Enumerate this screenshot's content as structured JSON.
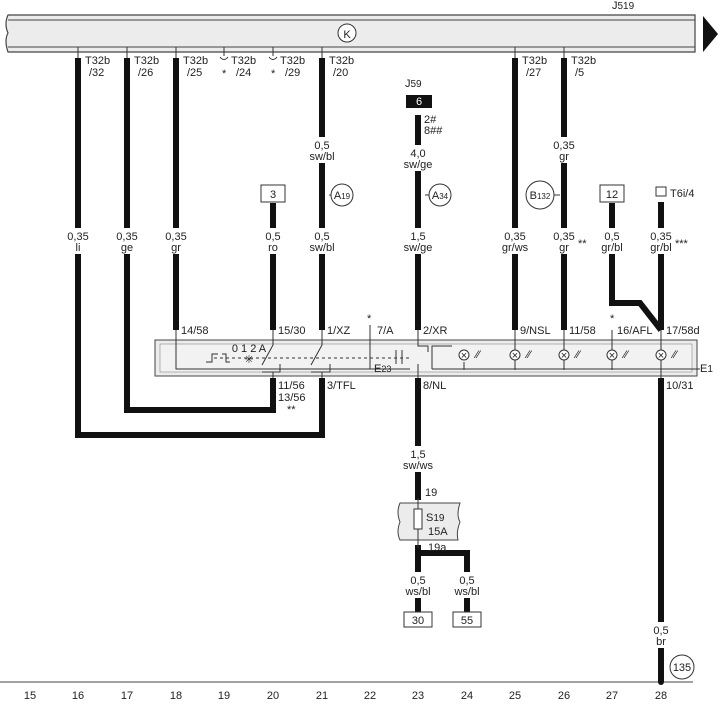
{
  "bus": {
    "name": "J",
    "name_sub": "519",
    "symbol": "K"
  },
  "terminals": [
    {
      "a": "T32b",
      "b": "/32"
    },
    {
      "a": "T32b",
      "b": "/26"
    },
    {
      "a": "T32b",
      "b": "/25"
    },
    {
      "a": "T32b",
      "b": "/24",
      "note": "*"
    },
    {
      "a": "T32b",
      "b": "/29",
      "note": "*"
    },
    {
      "a": "T32b",
      "b": "/20"
    },
    {
      "a": "T32b",
      "b": "/27"
    },
    {
      "a": "T32b",
      "b": "/5"
    }
  ],
  "relay": {
    "name": "J",
    "name_sub": "59",
    "pin_box": "6",
    "pins": [
      "2#",
      "8##"
    ]
  },
  "wires": {
    "c16": {
      "size": "0,35",
      "color": "li"
    },
    "c17": {
      "size": "0,35",
      "color": "ge"
    },
    "c18": {
      "size": "0,35",
      "color": "gr"
    },
    "c20": {
      "size": "0,5",
      "color": "ro"
    },
    "c21_top": {
      "size": "0,5",
      "color": "sw/bl"
    },
    "c21": {
      "size": "0,5",
      "color": "sw/bl"
    },
    "c23_top": {
      "size": "4,0",
      "color": "sw/ge"
    },
    "c23": {
      "size": "1,5",
      "color": "sw/ge"
    },
    "c25": {
      "size": "0,35",
      "color": "gr/ws"
    },
    "c26_top": {
      "size": "0,35",
      "color": "gr"
    },
    "c26": {
      "size": "0,35",
      "color": "gr",
      "note": "**"
    },
    "c27": {
      "size": "0,5",
      "color": "gr/bl"
    },
    "c28": {
      "size": "0,35",
      "color": "gr/bl",
      "note": "***"
    },
    "c23_low": {
      "size": "1,5",
      "color": "sw/ws"
    },
    "c23_30": {
      "size": "0,5",
      "color": "ws/bl"
    },
    "c24_55": {
      "size": "0,5",
      "color": "ws/bl"
    },
    "c28_low": {
      "size": "0,5",
      "color": "br"
    }
  },
  "refs": {
    "box3": "3",
    "box12": "12",
    "box30": "30",
    "box55": "55",
    "connector_t6i": "T6i/4"
  },
  "circles": {
    "a19": "A",
    "a19_sub": "19",
    "a34": "A",
    "a34_sub": "34",
    "b132": "B",
    "b132_sub": "132",
    "g135": "135"
  },
  "switch": {
    "name": "E",
    "name_sub": "1",
    "sub_name": "E",
    "sub_name_sub": "23",
    "pins_top": [
      "14/58",
      "15/30",
      "1/XZ",
      "7/A",
      "2/XR",
      "9/NSL",
      "11/58",
      "16/AFL",
      "17/58d"
    ],
    "pin_7_note": "*",
    "pin_16_note": "*",
    "pins_bottom": [
      "11/56",
      "13/56",
      "**",
      "3/TFL",
      "8/NL",
      "10/31"
    ],
    "positions": "0 1 2 A"
  },
  "fuse": {
    "name": "S",
    "name_sub": "19",
    "rating": "15A",
    "pin_in": "19",
    "pin_out": "19a"
  },
  "axis": [
    "15",
    "16",
    "17",
    "18",
    "19",
    "20",
    "21",
    "22",
    "23",
    "24",
    "25",
    "26",
    "27",
    "28"
  ]
}
